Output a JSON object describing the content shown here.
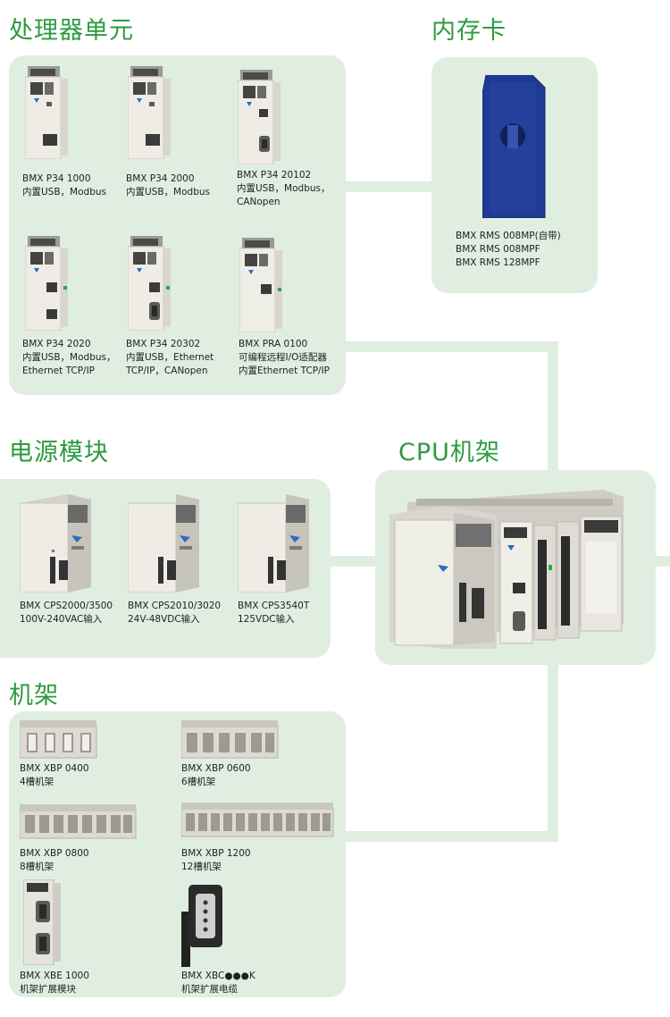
{
  "sections": {
    "processor": "处理器单元",
    "memory": "内存卡",
    "power": "电源模块",
    "cpu_rack": "CPU机架",
    "rack": "机架"
  },
  "processors": [
    {
      "lines": [
        "BMX P34 1000",
        "内置USB，Modbus"
      ]
    },
    {
      "lines": [
        "BMX P34 2000",
        "内置USB，Modbus"
      ]
    },
    {
      "lines": [
        "BMX P34 20102",
        "内置USB，Modbus，",
        "CANopen"
      ]
    },
    {
      "lines": [
        "BMX P34 2020",
        "内置USB，Modbus，",
        "Ethernet TCP/IP"
      ]
    },
    {
      "lines": [
        "BMX P34 20302",
        "内置USB，Ethernet",
        "TCP/IP，CANopen"
      ]
    },
    {
      "lines": [
        "BMX PRA 0100",
        "可编程远程I/O适配器",
        "内置Ethernet TCP/IP"
      ]
    }
  ],
  "memory_cards": {
    "lines": [
      "BMX RMS 008MP(自带)",
      "BMX RMS 008MPF",
      "BMX RMS 128MPF"
    ]
  },
  "power_modules": [
    {
      "lines": [
        "BMX CPS2000/3500",
        "100V-240VAC输入"
      ]
    },
    {
      "lines": [
        "BMX CPS2010/3020",
        "24V-48VDC输入"
      ]
    },
    {
      "lines": [
        "BMX CPS3540T",
        "125VDC输入"
      ]
    }
  ],
  "racks": [
    {
      "lines": [
        "BMX XBP 0400",
        "4槽机架"
      ]
    },
    {
      "lines": [
        "BMX XBP 0600",
        "6槽机架"
      ]
    },
    {
      "lines": [
        "BMX XBP 0800",
        "8槽机架"
      ]
    },
    {
      "lines": [
        "BMX XBP 1200",
        "12槽机架"
      ]
    },
    {
      "lines": [
        "BMX XBE 1000",
        "机架扩展模块"
      ]
    },
    {
      "lines": [
        "BMX XBC●●●K",
        "机架扩展电缆"
      ]
    }
  ],
  "colors": {
    "title": "#2e9a3f",
    "panel": "#dfeee0",
    "memory_card": "#1f3a93"
  }
}
